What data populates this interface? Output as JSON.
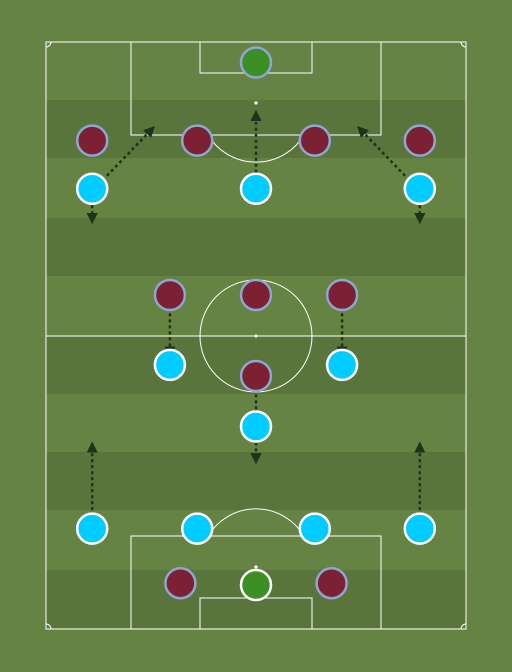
{
  "colors": {
    "background": "#658343",
    "stripe_dark": "#5a753b",
    "line": "#ffffff",
    "home_fill": "#00ccff",
    "home_stroke": "#ffffff",
    "away_fill": "#7b2133",
    "away_stroke": "#8ea6d3",
    "keeper_fill": "#3c8f25",
    "arrow": "#1e3317"
  },
  "players": {
    "away_keeper": {
      "team": "keeper",
      "pitch_x": 0.5,
      "pitch_y": 0.035
    },
    "away": [
      {
        "pitch_x": 0.11,
        "pitch_y": 0.168
      },
      {
        "pitch_x": 0.36,
        "pitch_y": 0.168
      },
      {
        "pitch_x": 0.64,
        "pitch_y": 0.168
      },
      {
        "pitch_x": 0.89,
        "pitch_y": 0.168
      },
      {
        "pitch_x": 0.295,
        "pitch_y": 0.431
      },
      {
        "pitch_x": 0.5,
        "pitch_y": 0.431
      },
      {
        "pitch_x": 0.705,
        "pitch_y": 0.431
      },
      {
        "pitch_x": 0.5,
        "pitch_y": 0.569
      },
      {
        "pitch_x": 0.32,
        "pitch_y": 0.922
      },
      {
        "pitch_x": 0.68,
        "pitch_y": 0.922
      }
    ],
    "home_keeper": {
      "team": "keeper",
      "pitch_x": 0.5,
      "pitch_y": 0.925
    },
    "home": [
      {
        "pitch_x": 0.11,
        "pitch_y": 0.25
      },
      {
        "pitch_x": 0.5,
        "pitch_y": 0.25
      },
      {
        "pitch_x": 0.89,
        "pitch_y": 0.25
      },
      {
        "pitch_x": 0.295,
        "pitch_y": 0.55
      },
      {
        "pitch_x": 0.705,
        "pitch_y": 0.55
      },
      {
        "pitch_x": 0.5,
        "pitch_y": 0.655
      },
      {
        "pitch_x": 0.11,
        "pitch_y": 0.829
      },
      {
        "pitch_x": 0.36,
        "pitch_y": 0.829
      },
      {
        "pitch_x": 0.64,
        "pitch_y": 0.829
      },
      {
        "pitch_x": 0.89,
        "pitch_y": 0.829
      }
    ]
  },
  "arrows": [
    {
      "from": [
        0.11,
        0.227
      ],
      "to": [
        0.11,
        0.301
      ]
    },
    {
      "from": [
        0.145,
        0.228
      ],
      "to": [
        0.25,
        0.15
      ]
    },
    {
      "from": [
        0.5,
        0.233
      ],
      "to": [
        0.5,
        0.125
      ]
    },
    {
      "from": [
        0.855,
        0.228
      ],
      "to": [
        0.75,
        0.15
      ]
    },
    {
      "from": [
        0.89,
        0.227
      ],
      "to": [
        0.89,
        0.301
      ]
    },
    {
      "from": [
        0.295,
        0.452
      ],
      "to": [
        0.295,
        0.528
      ]
    },
    {
      "from": [
        0.705,
        0.452
      ],
      "to": [
        0.705,
        0.528
      ]
    },
    {
      "from": [
        0.5,
        0.59
      ],
      "to": [
        0.5,
        0.71
      ]
    },
    {
      "from": [
        0.11,
        0.808
      ],
      "to": [
        0.11,
        0.69
      ]
    },
    {
      "from": [
        0.89,
        0.808
      ],
      "to": [
        0.89,
        0.69
      ]
    }
  ]
}
